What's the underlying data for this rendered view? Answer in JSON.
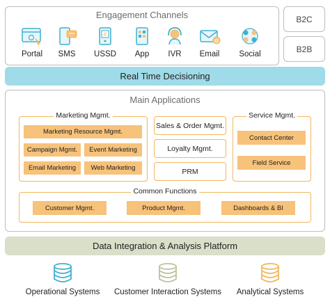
{
  "engagement": {
    "title": "Engagement Channels",
    "channels": [
      {
        "label": "Portal",
        "icon": "portal-icon"
      },
      {
        "label": "SMS",
        "icon": "sms-icon"
      },
      {
        "label": "USSD",
        "icon": "ussd-icon"
      },
      {
        "label": "App",
        "icon": "app-icon"
      },
      {
        "label": "IVR",
        "icon": "ivr-icon"
      },
      {
        "label": "Email",
        "icon": "email-icon"
      },
      {
        "label": "Social",
        "icon": "social-icon"
      }
    ]
  },
  "segments": {
    "b2c": "B2C",
    "b2b": "B2B"
  },
  "realtime": {
    "label": "Real Time Decisioning"
  },
  "main": {
    "title": "Main Applications",
    "marketing": {
      "title": "Marketing Mgmt.",
      "items": [
        "Marketing Resource Mgmt.",
        "Campaign Mgmt.",
        "Event Marketing",
        "Email Marketing",
        "Web Marketing"
      ]
    },
    "middle": [
      "Sales & Order Mgmt.",
      "Loyalty Mgmt.",
      "PRM"
    ],
    "service": {
      "title": "Service Mgmt.",
      "items": [
        "Contact Center",
        "Field Service"
      ]
    },
    "common": {
      "title": "Common Functions",
      "items": [
        "Customer Mgmt.",
        "Product Mgmt.",
        "Dashboards & BI"
      ]
    }
  },
  "integration": {
    "label": "Data Integration & Analysis Platform"
  },
  "systems": [
    {
      "label": "Operational Systems",
      "color": "#3fb0d0"
    },
    {
      "label": "Customer Interaction Systems",
      "color": "#b9c49a"
    },
    {
      "label": "Analytical Systems",
      "color": "#f2b65a"
    }
  ],
  "colors": {
    "accent_blue": "#9fdbe8",
    "accent_orange": "#f7c27a",
    "accent_olive": "#d9dfc9"
  }
}
